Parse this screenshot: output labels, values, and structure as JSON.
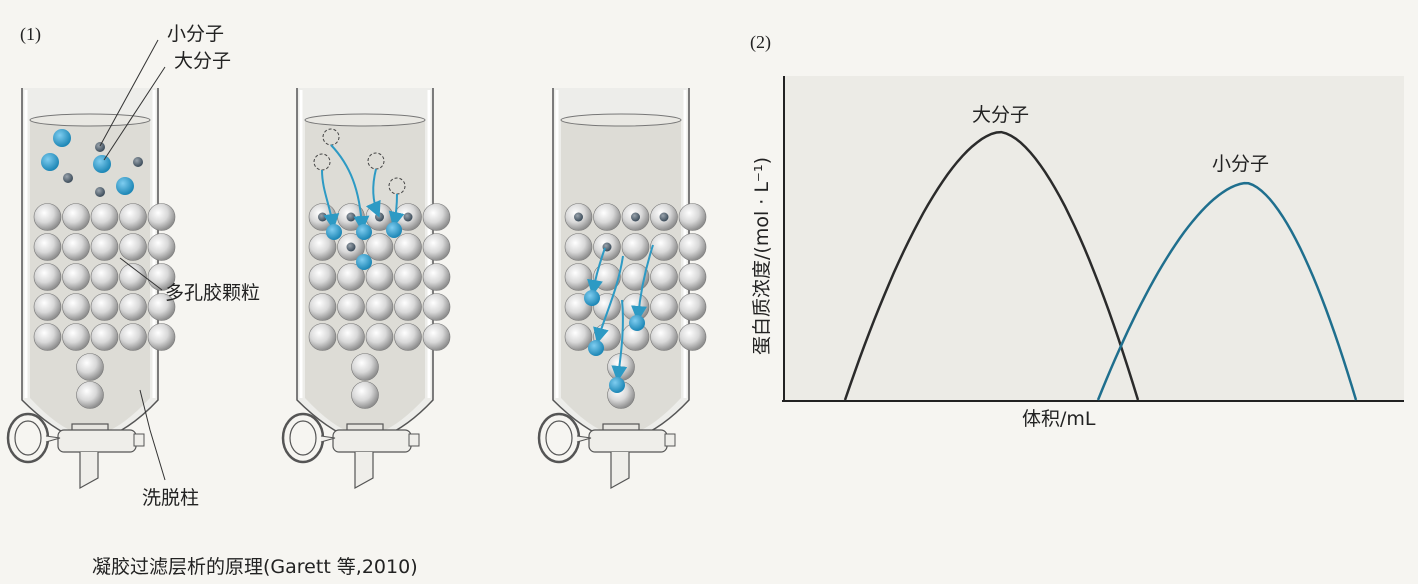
{
  "panel1": {
    "label": "(1)",
    "small_molecule_label": "小分子",
    "large_molecule_label": "大分子",
    "gel_bead_label": "多孔胶颗粒",
    "column_label": "洗脱柱"
  },
  "panel2": {
    "label": "(2)",
    "ylabel": "蛋白质浓度/(mol · L⁻¹)",
    "xlabel": "体积/mL",
    "peak_large_label": "大分子",
    "peak_small_label": "小分子"
  },
  "caption": "凝胶过滤层析的原理(Garett 等,2010)",
  "colors": {
    "molecule": "#2d9ac4",
    "curve_small": "#1f6f8e",
    "curve_large": "#2b2b2b",
    "bead": "#c9c9c9"
  }
}
